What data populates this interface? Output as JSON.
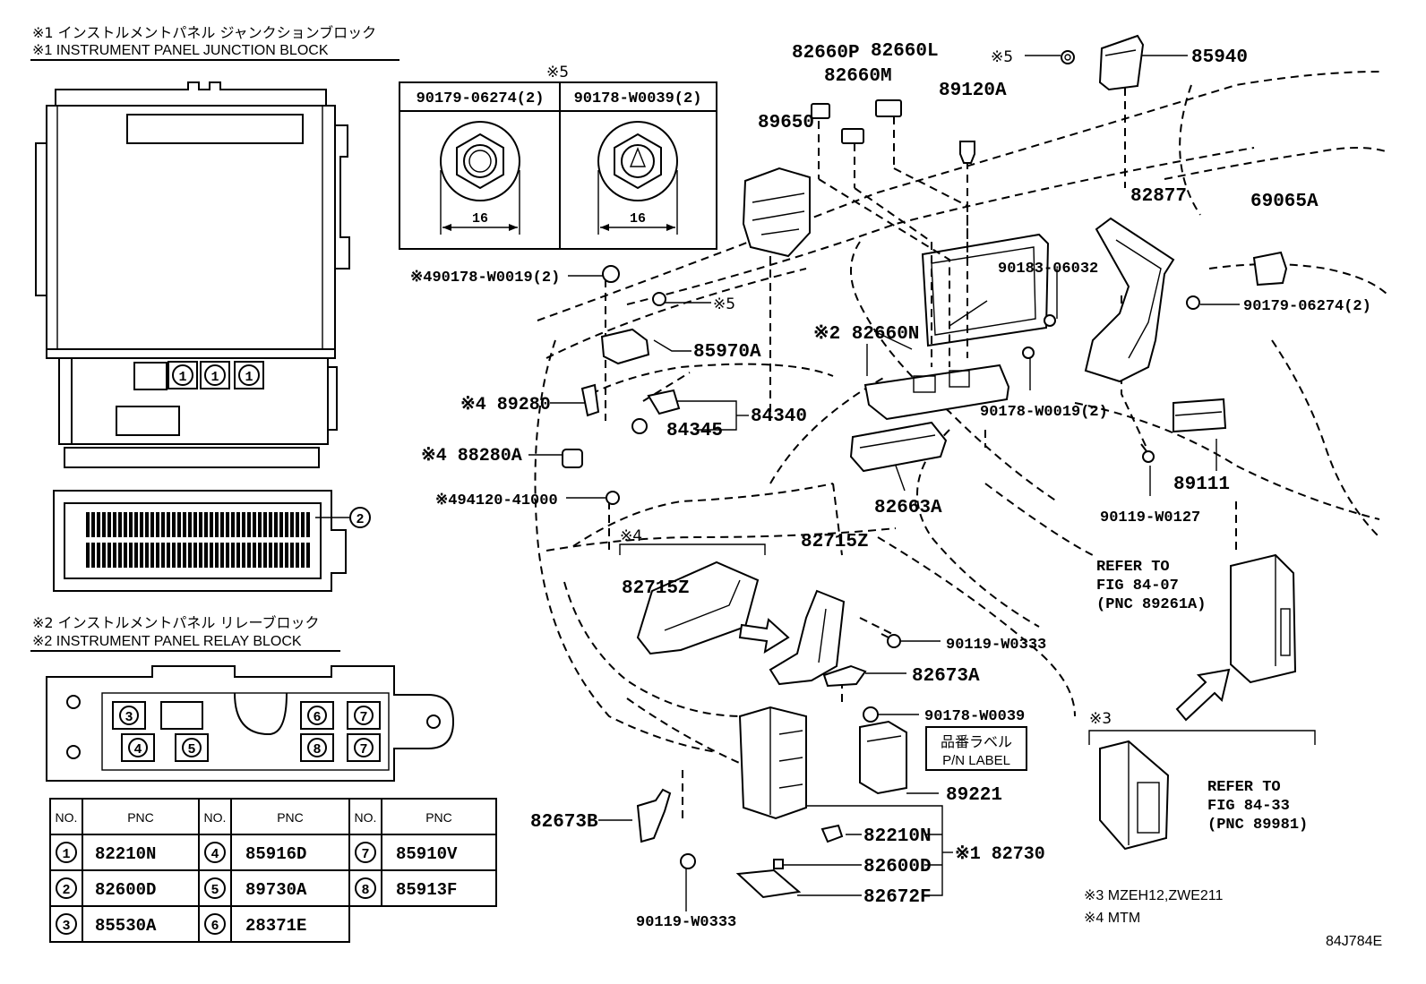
{
  "legend": {
    "jb_jp": "※1 インストルメントパネル ジャンクションブロック",
    "jb_en": "※1 INSTRUMENT PANEL JUNCTION BLOCK",
    "rb_jp": "※2 インストルメントパネル リレーブロック",
    "rb_en": "※2 INSTRUMENT PANEL RELAY BLOCK",
    "mark_1": "1",
    "mark_2": "2",
    "mark_3": "3",
    "mark_4": "4",
    "mark_5": "5",
    "mark_6": "6",
    "mark_7": "7",
    "mark_8": "8"
  },
  "nut_box": {
    "note": "※5",
    "left_pn": "90179-06274(2)",
    "right_pn": "90178-W0039(2)",
    "left_dim": "16",
    "right_dim": "16"
  },
  "pnc_table": {
    "headers": [
      "NO.",
      "PNC",
      "NO.",
      "PNC",
      "NO.",
      "PNC"
    ],
    "rows": [
      [
        {
          "no": "1",
          "pnc": "82210N"
        },
        {
          "no": "4",
          "pnc": "85916D"
        },
        {
          "no": "7",
          "pnc": "85910V"
        }
      ],
      [
        {
          "no": "2",
          "pnc": "82600D"
        },
        {
          "no": "5",
          "pnc": "89730A"
        },
        {
          "no": "8",
          "pnc": "85913F"
        }
      ],
      [
        {
          "no": "3",
          "pnc": "85530A"
        },
        {
          "no": "6",
          "pnc": "28371E"
        }
      ]
    ]
  },
  "callouts": {
    "p82660P": "82660P",
    "p82660L": "82660L",
    "p82660M": "82660M",
    "p89120A": "89120A",
    "p89650": "89650",
    "p85940": "85940",
    "note5_top": "※5",
    "p82877": "82877",
    "p69065A": "69065A",
    "p90183": "90183-06032",
    "p90179_right": "90179-06274(2)",
    "p90178_w0019_top": "※490178-W0019(2)",
    "note5_mid": "※5",
    "p85970A": "85970A",
    "p82660N": "※2 82660N",
    "p89280": "※4 89280",
    "p84340": "84340",
    "p84345": "84345",
    "p90178_w0019_mid": "90178-W0019(2)",
    "p88280A": "※4 88280A",
    "p89111": "89111",
    "p94120": "※494120-41000",
    "p82663A": "82663A",
    "p90119_w0127": "90119-W0127",
    "note4_box": "※4",
    "p82715Z_a": "82715Z",
    "p82715Z_b": "82715Z",
    "refer1_a": "REFER TO",
    "refer1_b": "FIG 84-07",
    "refer1_c": "(PNC 89261A)",
    "p90119_w0333_a": "90119-W0333",
    "p82673A": "82673A",
    "p90178_w0039": "90178-W0039",
    "label_jp": "品番ラベル",
    "label_en": "P/N LABEL",
    "note3_box": "※3",
    "p89221": "89221",
    "refer2_a": "REFER TO",
    "refer2_b": "FIG 84-33",
    "refer2_c": "(PNC 89981)",
    "p82673B": "82673B",
    "p82210N": "82210N",
    "p82730": "※1 82730",
    "p82600D": "82600D",
    "p82672F": "82672F",
    "p90119_w0333_b": "90119-W0333",
    "note3": "※3 MZEH12,ZWE211",
    "note4": "※4 MTM",
    "fig_code": "84J784E"
  }
}
